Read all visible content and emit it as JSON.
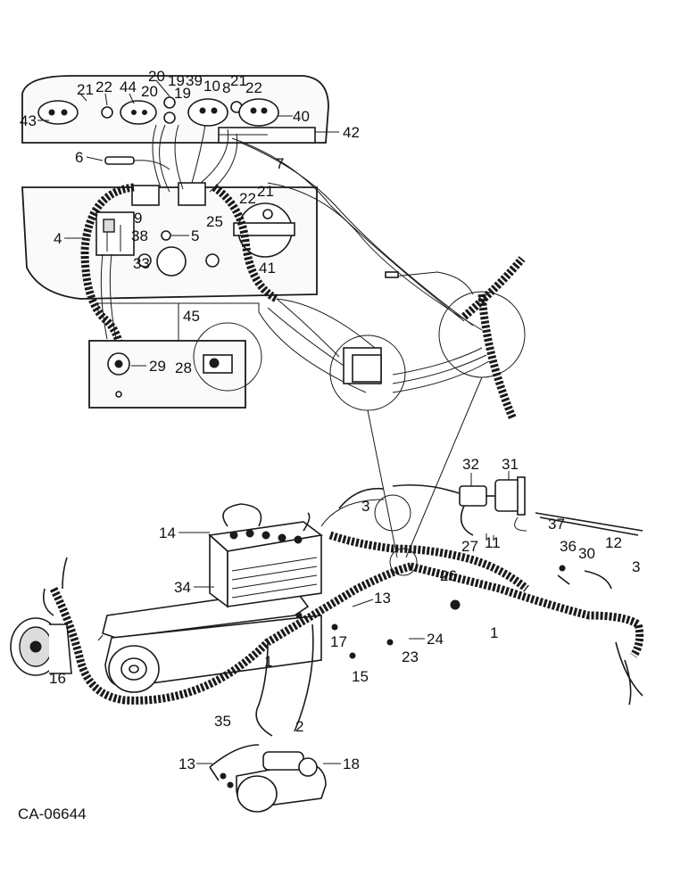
{
  "drawing_code": "CA-06644",
  "callouts": [
    "1",
    "2",
    "3",
    "4",
    "5",
    "6",
    "7",
    "8",
    "9",
    "10",
    "11",
    "12",
    "13",
    "14",
    "15",
    "16",
    "17",
    "18",
    "19",
    "20",
    "21",
    "22",
    "23",
    "24",
    "25",
    "26",
    "27",
    "28",
    "29",
    "30",
    "31",
    "32",
    "33",
    "34",
    "35",
    "36",
    "37",
    "38",
    "39",
    "40",
    "41",
    "42",
    "43",
    "44",
    "45"
  ],
  "labels": {
    "n43": "43",
    "n21a": "21",
    "n22a": "22",
    "n44": "44",
    "n20a": "20",
    "n19": "19",
    "n39": "39",
    "n10": "10",
    "n8": "8",
    "n21b": "21",
    "n22b": "22",
    "n20b": "20",
    "n19b": "19",
    "n40": "40",
    "n42": "42",
    "n6": "6",
    "n7": "7",
    "n9": "9",
    "n4": "4",
    "n38": "38",
    "n5": "5",
    "n25": "25",
    "n22c": "22",
    "n21c": "21",
    "n33": "33",
    "n41": "41",
    "n45": "45",
    "n29": "29",
    "n28": "28",
    "n32": "32",
    "n31": "31",
    "n3a": "3",
    "n11": "11",
    "n37": "37",
    "n14": "14",
    "n36": "36",
    "n30": "30",
    "n12": "12",
    "n27": "27",
    "n3b": "3",
    "n34": "34",
    "n26": "26",
    "n13a": "13",
    "n16": "16",
    "n17": "17",
    "n24": "24",
    "n1a": "1",
    "n1b": "1",
    "n23": "23",
    "n15": "15",
    "n35": "35",
    "n2": "2",
    "n13b": "13",
    "n18": "18"
  }
}
